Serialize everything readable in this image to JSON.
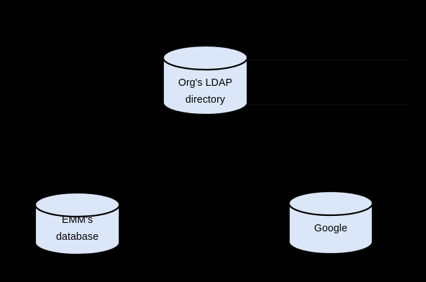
{
  "diagram": {
    "background": "#000000",
    "node_fill": "#dbe6f8",
    "node_stroke": "#000000",
    "label_color": "#000000",
    "faint_line_color": "#0e0e0e",
    "nodes": [
      {
        "id": "org-ldap-directory",
        "label_line1": "Org's LDAP",
        "label_line2": "directory"
      },
      {
        "id": "emm-database",
        "label_line1": "EMM's",
        "label_line2": "database"
      },
      {
        "id": "google",
        "label_line1": "Google"
      }
    ]
  }
}
